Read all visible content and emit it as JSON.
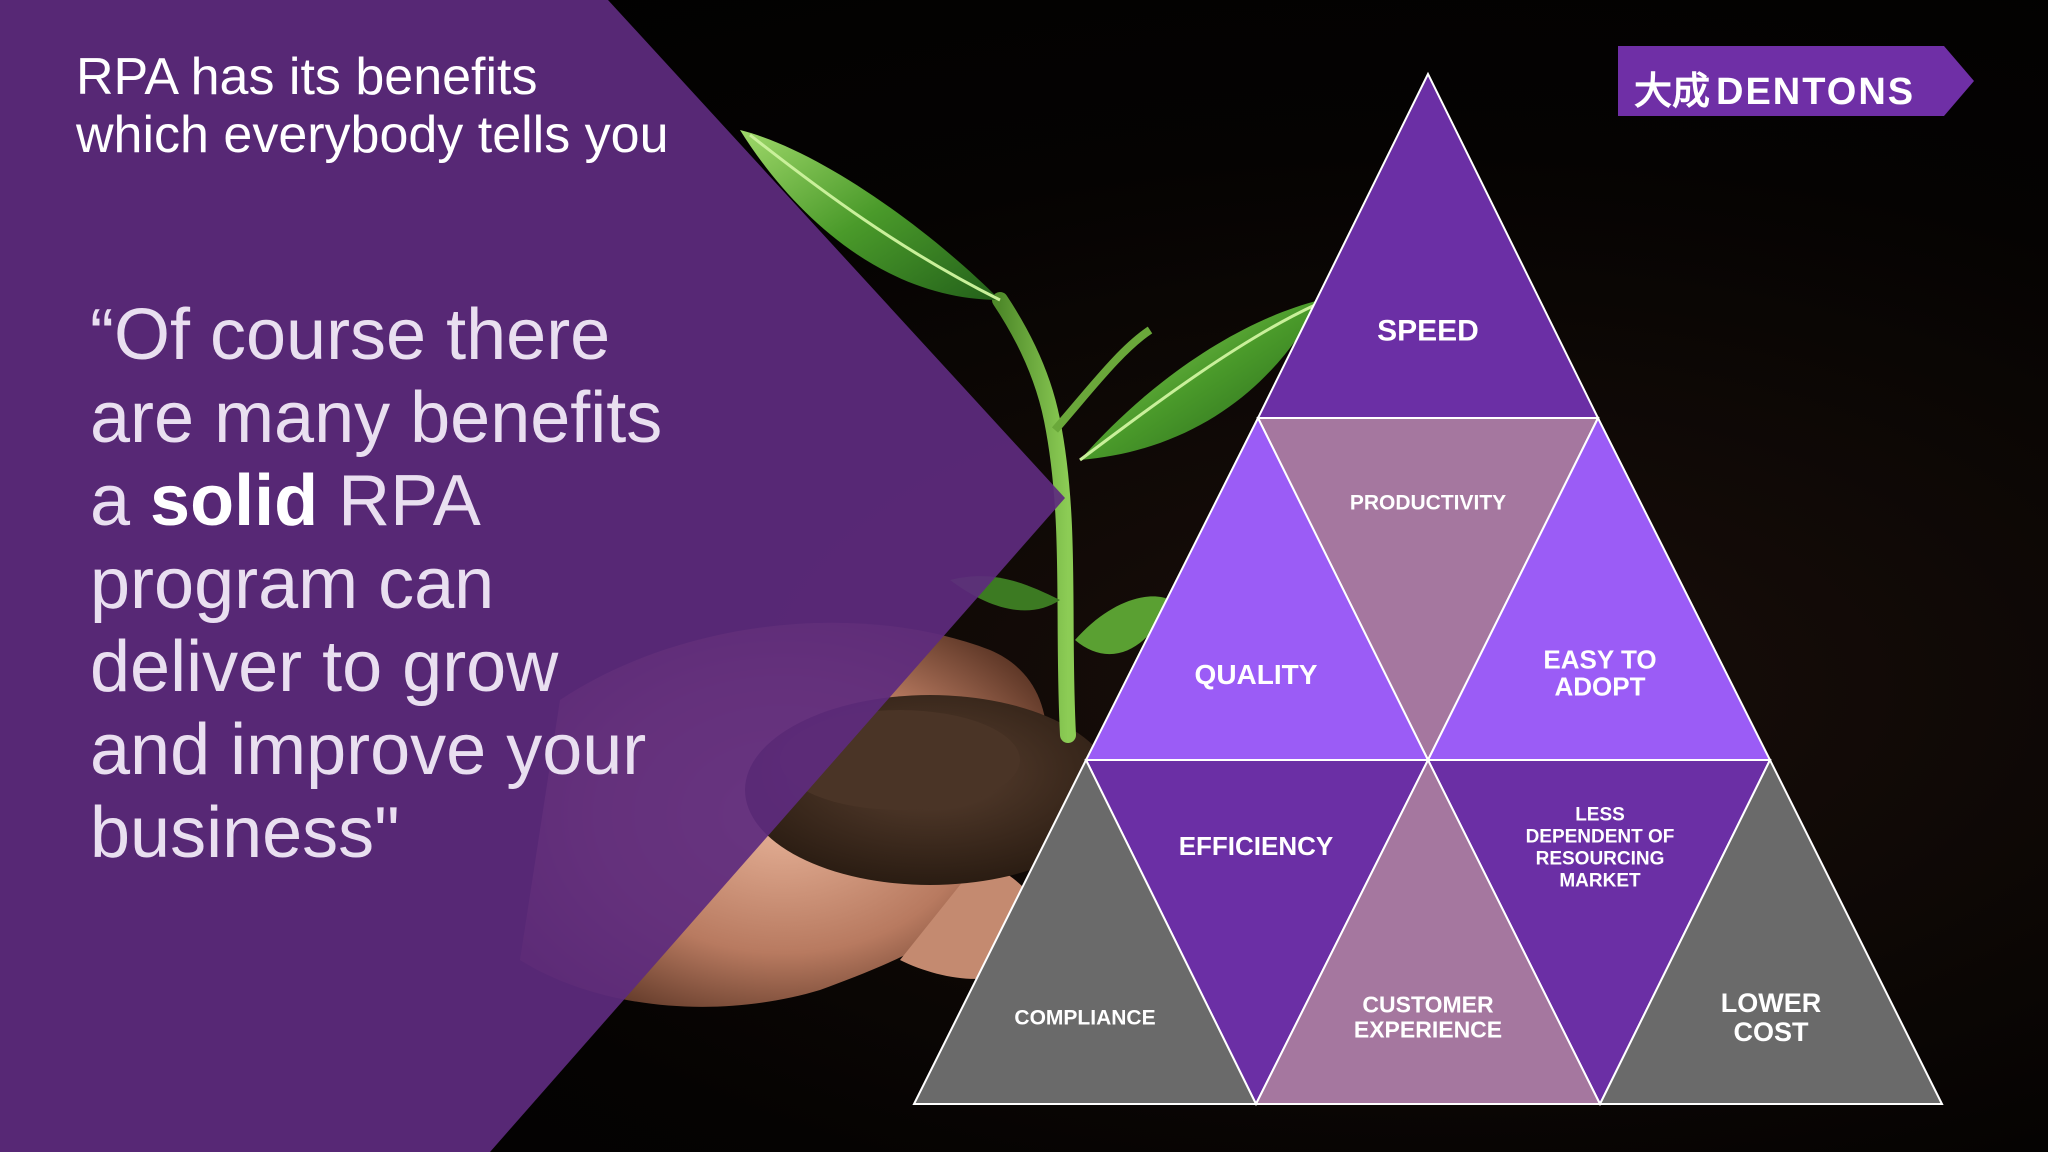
{
  "slide": {
    "heading_line_1": "RPA has its benefits",
    "heading_line_2": "which everybody tells you",
    "quote": {
      "line_1": "“Of course there",
      "line_2": "are many benefits",
      "line_3_prefix": "a ",
      "line_3_bold": "solid",
      "line_3_suffix": " RPA",
      "line_4": "program can",
      "line_5": "deliver to grow",
      "line_6": "and improve your",
      "line_7": "business\""
    }
  },
  "logo": {
    "chinese": "大成",
    "text": "DENTONS",
    "color": "#6f2fa6"
  },
  "pyramid": {
    "segments": [
      {
        "label": [
          "SPEED"
        ],
        "color": "#6b2fa5"
      },
      {
        "label": [
          "PRODUCTIVITY"
        ],
        "color": "#a5779f"
      },
      {
        "label": [
          "QUALITY"
        ],
        "color": "#9b5cf6"
      },
      {
        "label": [
          "EASY TO",
          "ADOPT"
        ],
        "color": "#9b5cf6"
      },
      {
        "label": [
          "EFFICIENCY"
        ],
        "color": "#6b2fa5"
      },
      {
        "label": [
          "LESS",
          "DEPENDENT OF",
          "RESOURCING",
          "MARKET"
        ],
        "color": "#6b2fa5"
      },
      {
        "label": [
          "COMPLIANCE"
        ],
        "color": "#6a6a6a"
      },
      {
        "label": [
          "CUSTOMER",
          "EXPERIENCE"
        ],
        "color": "#a5779f"
      },
      {
        "label": [
          "LOWER",
          "COST"
        ],
        "color": "#6a6a6a"
      }
    ]
  },
  "colors": {
    "purple_panel": "#5e2b7e",
    "leaf": "#4a9a2a",
    "soil": "#3a2a1e"
  }
}
